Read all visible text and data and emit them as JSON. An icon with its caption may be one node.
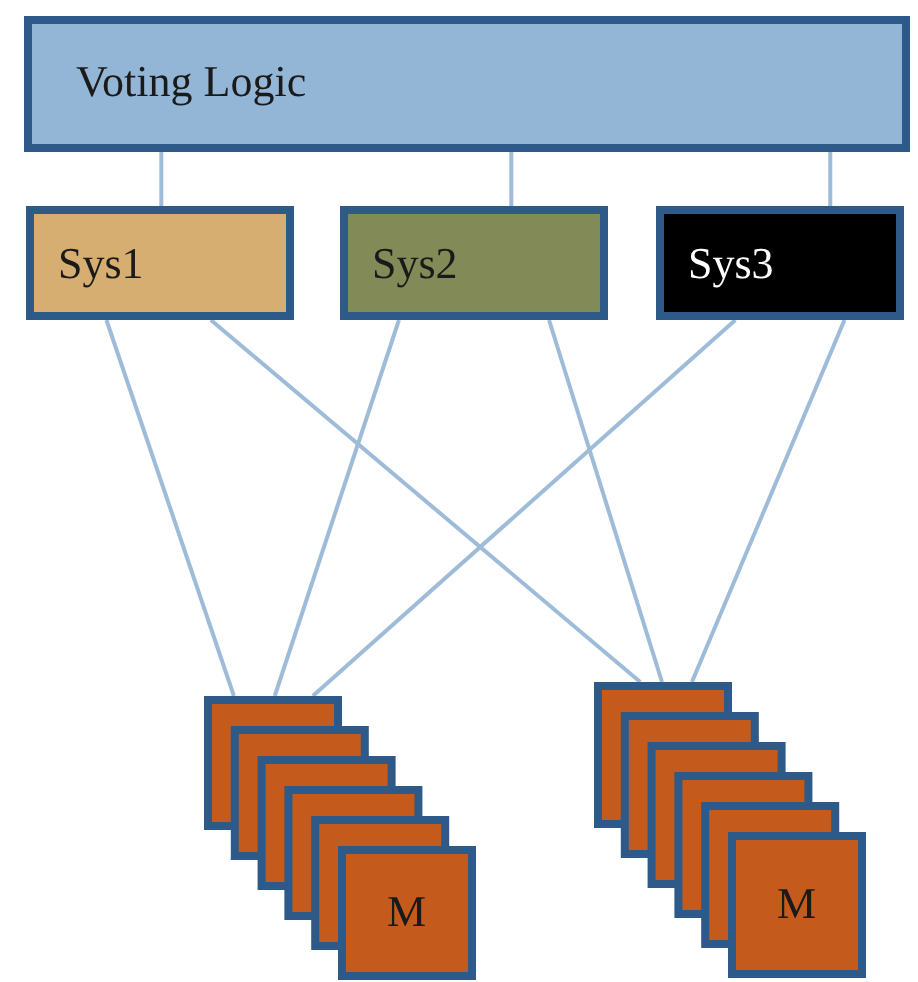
{
  "diagram": {
    "nodes": [
      {
        "text": [
          "Voting Logic"
        ]
      },
      {
        "text": [
          "Sys1"
        ]
      },
      {
        "text": [
          "Sys2"
        ]
      },
      {
        "text": [
          "Sys3"
        ]
      },
      {
        "text": [
          "M"
        ]
      },
      {
        "text": [
          "M"
        ]
      }
    ],
    "edges": [
      {
        "from": 0,
        "to": 1,
        "arrow": "none"
      },
      {
        "from": 0,
        "to": 2,
        "arrow": "none"
      },
      {
        "from": 0,
        "to": 3,
        "arrow": "none"
      },
      {
        "from": 1,
        "to": 4,
        "arrow": "none"
      },
      {
        "from": 1,
        "to": 5,
        "arrow": "none"
      },
      {
        "from": 2,
        "to": 4,
        "arrow": "none"
      },
      {
        "from": 2,
        "to": 5,
        "arrow": "none"
      },
      {
        "from": 3,
        "to": 4,
        "arrow": "none"
      },
      {
        "from": 3,
        "to": 5,
        "arrow": "none"
      }
    ]
  }
}
